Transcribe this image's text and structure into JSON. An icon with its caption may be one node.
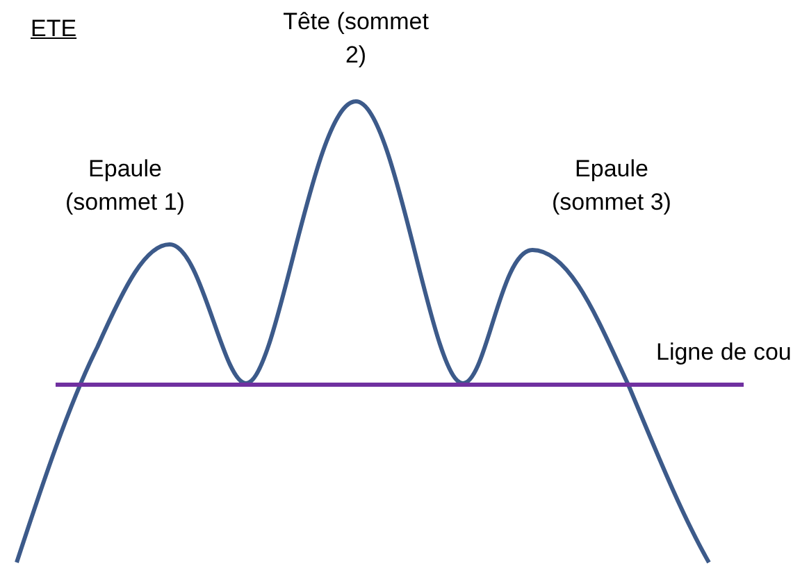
{
  "diagram": {
    "title": "ETE",
    "labels": [
      "Tête (sommet 2)",
      "Epaule (sommet 1)",
      "Epaule (sommet 3)",
      "Ligne de cou"
    ]
  }
}
